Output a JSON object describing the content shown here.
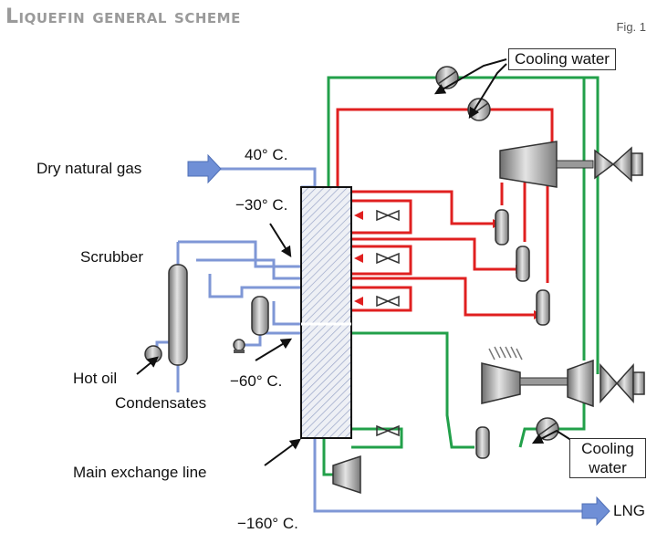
{
  "title": "Liquefin general scheme",
  "figure_label": "Fig. 1",
  "labels": {
    "dry_gas": "Dry natural gas",
    "t40": "40° C.",
    "t_minus30": "−30° C.",
    "scrubber": "Scrubber",
    "hot_oil": "Hot oil",
    "condensates": "Condensates",
    "t_minus60": "−60° C.",
    "main_exchange": "Main exchange line",
    "t_minus160": "−160° C.",
    "lng": "LNG",
    "cooling_water_top": "Cooling water",
    "cooling_water_bottom_1": "Cooling",
    "cooling_water_bottom_2": "water"
  },
  "colors": {
    "gas_stream": "#7f97d6",
    "hot_refrigerant": "#e02020",
    "cold_refrigerant": "#22a04a",
    "equipment": "#9a9a9a",
    "title": "#9a9a9a"
  }
}
